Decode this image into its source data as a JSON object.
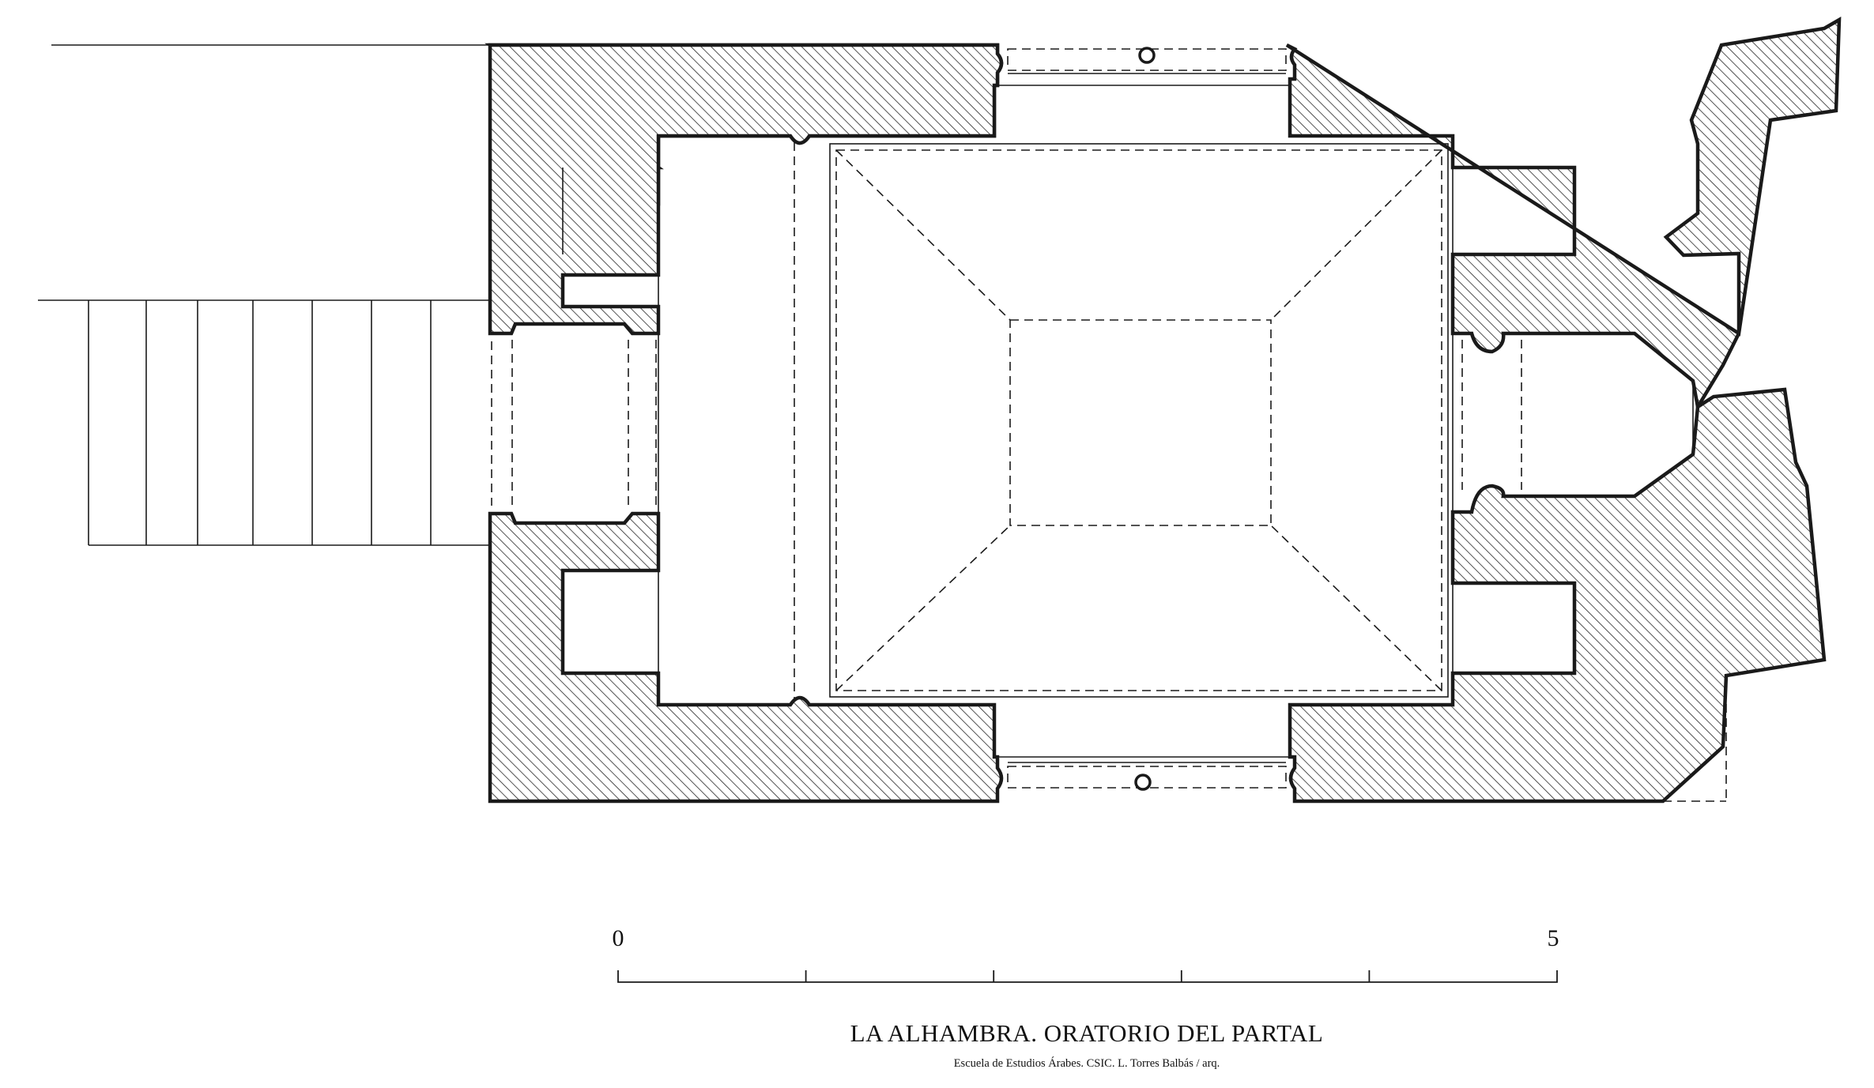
{
  "plan": {
    "title": "LA ALHAMBRA. ORATORIO DEL PARTAL",
    "credit": "Escuela de Estudios Árabes. CSIC.  L. Torres Balbás / arq."
  },
  "scale_bar": {
    "start_label": "0",
    "end_label": "5",
    "divisions": 5
  },
  "colors": {
    "ink": "#1a1a1a",
    "background": "#ffffff"
  }
}
